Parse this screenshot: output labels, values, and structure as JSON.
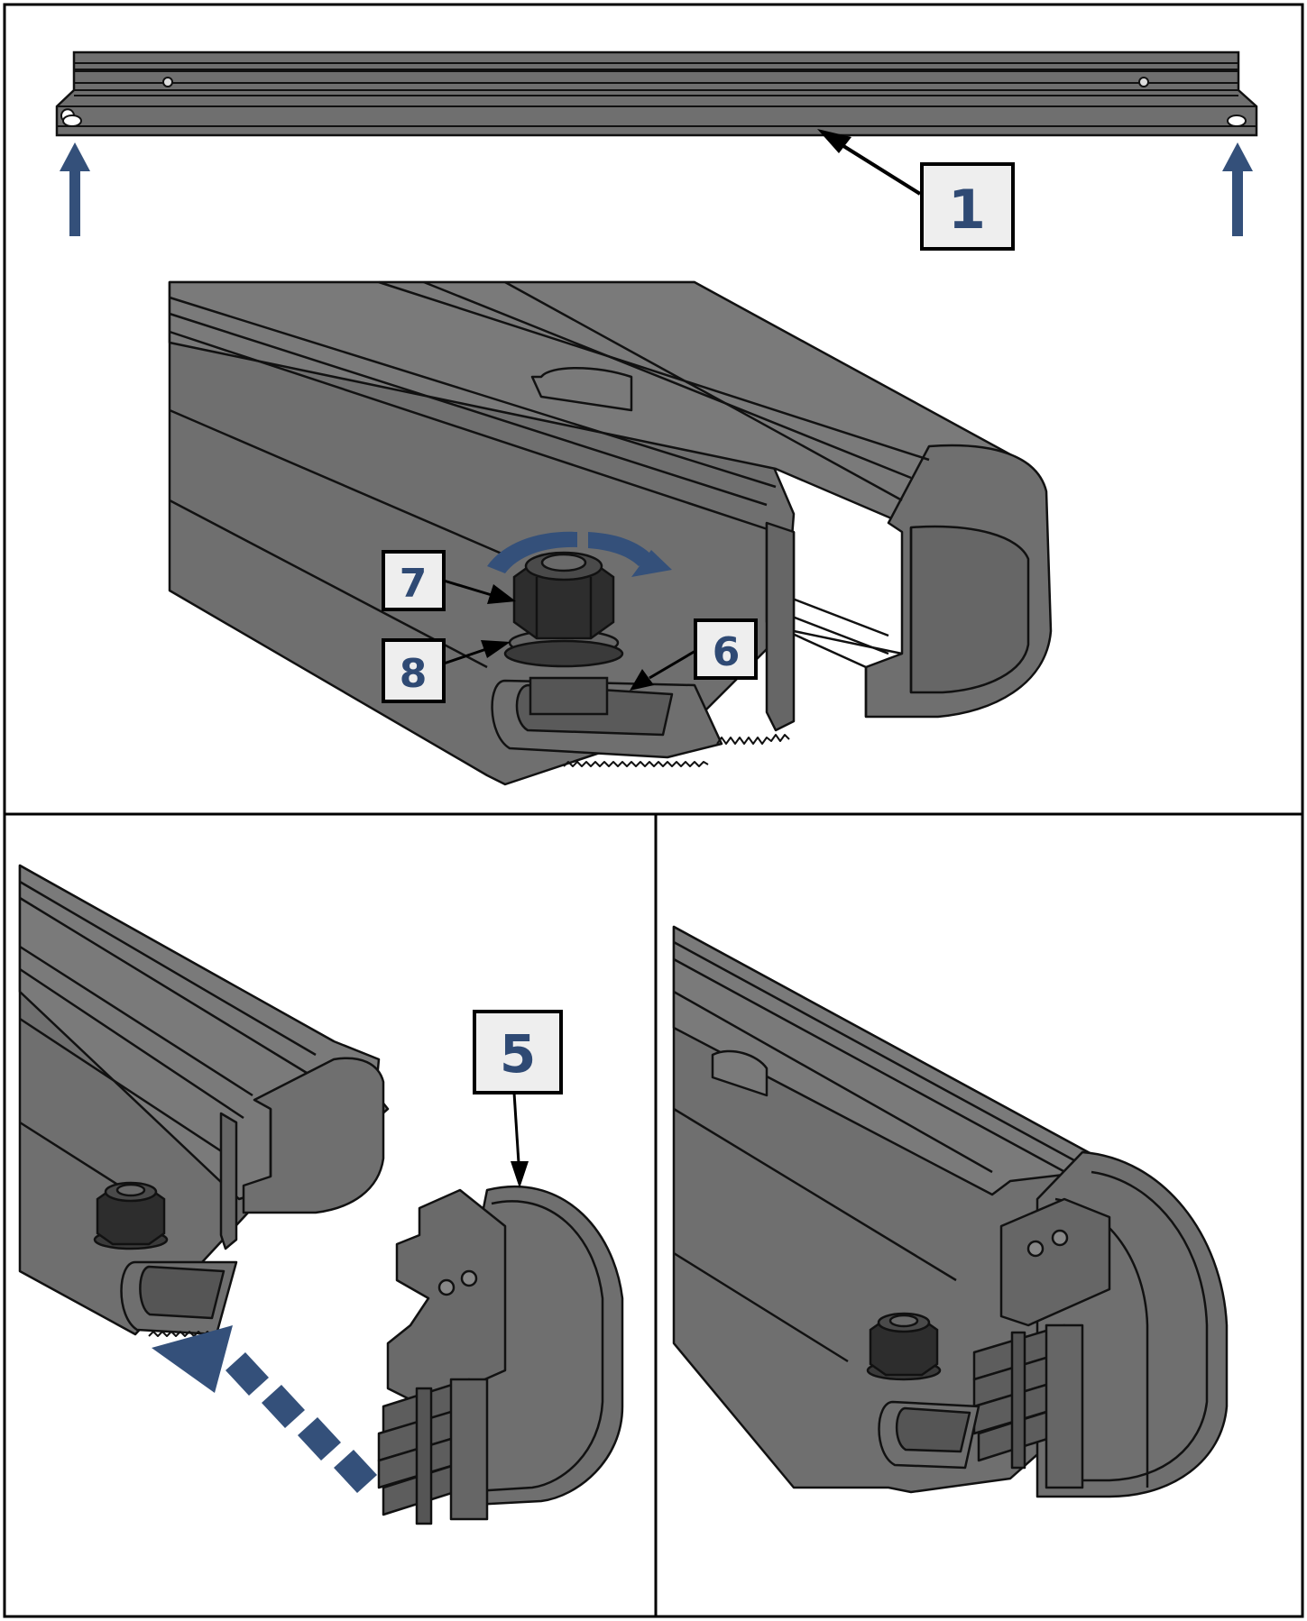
{
  "figure": {
    "panels": [
      {
        "name": "top",
        "description_visible": false
      },
      {
        "name": "bottom-left"
      },
      {
        "name": "bottom-right"
      }
    ]
  },
  "callouts": {
    "c1": "1",
    "c5": "5",
    "c6": "6",
    "c7": "7",
    "c8": "8"
  },
  "colors": {
    "arrow_blue": "#34507a",
    "callout_text": "#2f4a74",
    "callout_fill": "#eeeeee",
    "metal": "#6f6f6f",
    "metal_light": "#8a8a8a",
    "metal_dark": "#4a4a4a",
    "nut": "#2d2d2d",
    "outline": "#111111"
  }
}
